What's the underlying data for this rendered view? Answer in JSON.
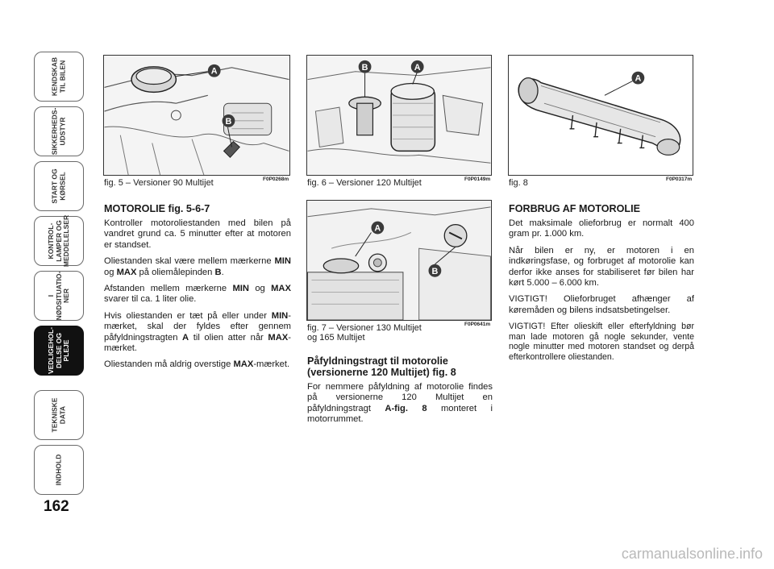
{
  "page_number": "162",
  "tabs": [
    {
      "label": "KENDSKAB\nTIL BILEN",
      "active": false
    },
    {
      "label": "SIKKERHEDS-\nUDSTYR",
      "active": false
    },
    {
      "label": "START OG\nKØRSEL",
      "active": false
    },
    {
      "label": "KONTROL-\nLAMPER OG\nMEDDELELSER",
      "active": false
    },
    {
      "label": "I\nNØDSITUATIO-\nNER",
      "active": false
    },
    {
      "label": "VEDLIGEHOL-\nDELSE OG PLEJE",
      "active": true
    },
    {
      "label": "TEKNISKE\nDATA",
      "active": false
    },
    {
      "label": "INDHOLD",
      "active": false
    }
  ],
  "figures": {
    "fig5": {
      "caption": "fig. 5 – Versioner 90 Multijet",
      "code": "F0P0268m",
      "markers": [
        "A",
        "B"
      ]
    },
    "fig6": {
      "caption": "fig. 6 – Versioner 120 Multijet",
      "code": "F0P0149m",
      "markers": [
        "B",
        "A"
      ]
    },
    "fig7": {
      "caption_line1": "fig. 7 – Versioner 130 Multijet",
      "caption_line2": "og 165 Multijet",
      "code": "F0P0641m",
      "markers": [
        "A",
        "B"
      ]
    },
    "fig8": {
      "caption": "fig. 8",
      "code": "F0P0317m",
      "markers": [
        "A"
      ]
    }
  },
  "col1": {
    "heading": "MOTOROLIE fig. 5-6-7",
    "p1": "Kontroller motoroliestanden med bilen på vandret grund ca. 5 minutter efter at motoren er standset.",
    "p2_a": "Oliestanden skal være mellem mærkerne ",
    "p2_min": "MIN",
    "p2_b": " og ",
    "p2_max": "MAX",
    "p2_c": " på oliemålepinden ",
    "p2_bref": "B",
    "p2_d": ".",
    "p3_a": "Afstanden mellem mærkerne ",
    "p3_min": "MIN",
    "p3_b": " og ",
    "p3_max": "MAX",
    "p3_c": " svarer til ca. 1 liter olie.",
    "p4_a": "Hvis oliestanden er tæt på eller under ",
    "p4_min": "MIN",
    "p4_b": "-mærket, skal der fyldes efter gennem påfyldningstragten ",
    "p4_aref": "A",
    "p4_c": " til olien atter når ",
    "p4_max": "MAX",
    "p4_d": "-mærket.",
    "p5_a": "Oliestanden må aldrig overstige ",
    "p5_max": "MAX",
    "p5_b": "-mærket."
  },
  "col2": {
    "heading": "Påfyldningstragt til motorolie (versionerne 120 Multijet) fig. 8",
    "p1_a": "For nemmere påfyldning af motorolie findes på versionerne 120 Multijet en påfyldningstragt ",
    "p1_ref": "A-fig. 8",
    "p1_b": " monteret i motorrummet."
  },
  "col3": {
    "heading": "FORBRUG AF MOTOROLIE",
    "p1": "Det maksimale olieforbrug er normalt 400 gram pr. 1.000 km.",
    "p2": "Når bilen er ny, er motoren i en indkøringsfase, og forbruget af motorolie kan derfor ikke anses for stabiliseret før bilen har kørt 5.000 – 6.000 km.",
    "p3": "VIGTIGT! Olieforbruget afhænger af køremåden og bilens indsatsbetingelser.",
    "p4": "VIGTIGT! Efter olieskift eller efterfyldning bør man lade motoren gå nogle sekunder, vente nogle minutter med motoren standset og derpå efterkontrollere oliestanden."
  },
  "watermark": "carmanualsonline.info"
}
